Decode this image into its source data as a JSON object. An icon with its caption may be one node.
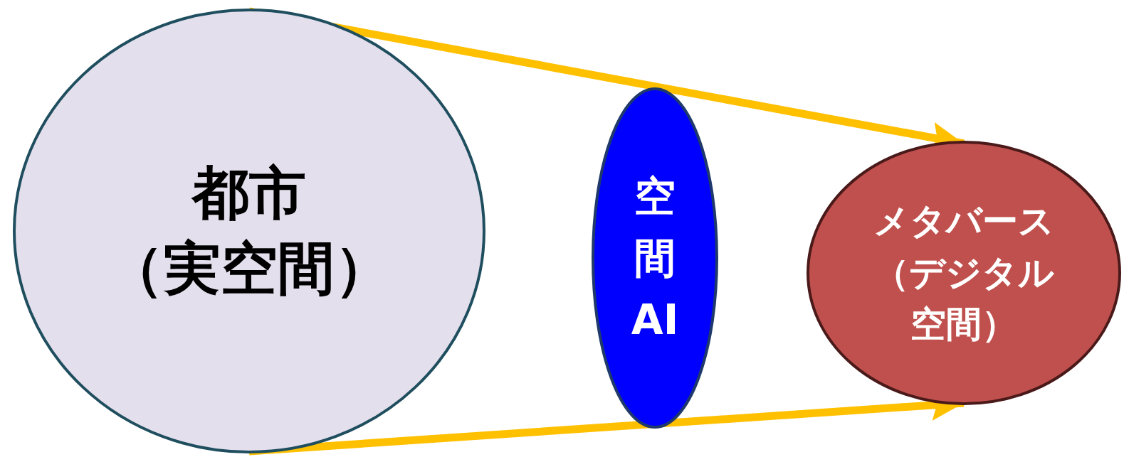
{
  "diagram": {
    "nodes": [
      {
        "text": [
          "都市",
          "（実空間）"
        ]
      },
      {
        "text": [
          "空間AI"
        ]
      },
      {
        "text": [
          "メタバース（デジタル空間）"
        ]
      }
    ],
    "edges": [
      {
        "from": 0,
        "to": 2,
        "arrow": "to"
      },
      {
        "from": 0,
        "to": 2,
        "arrow": "to"
      }
    ]
  }
}
